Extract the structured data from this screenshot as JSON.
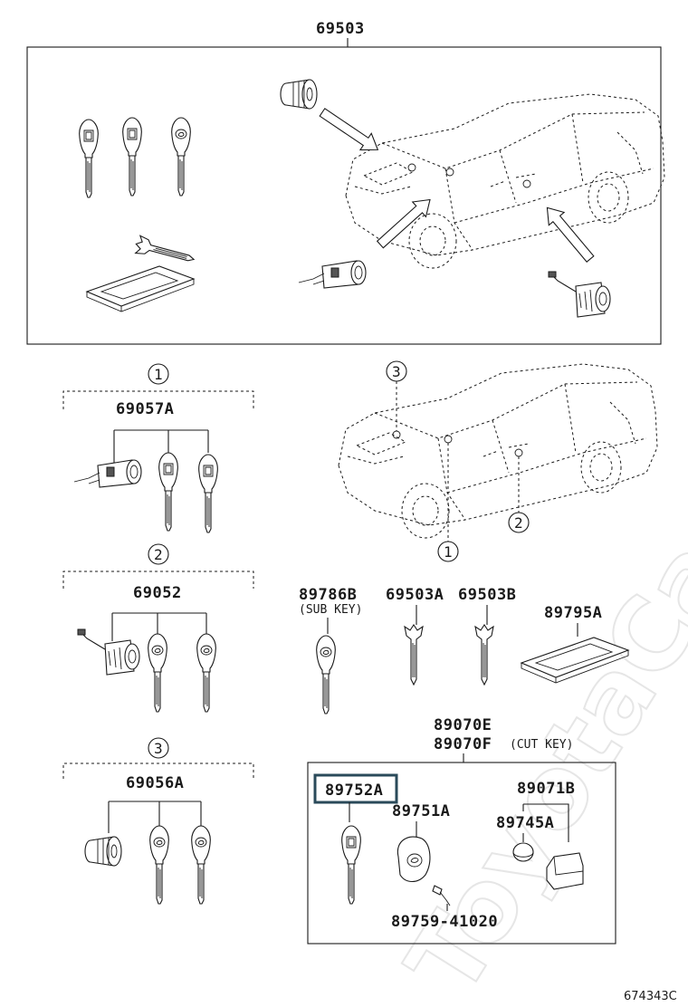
{
  "watermark": "ToyotaCarMine.ru",
  "top_group": {
    "part_number": "69503"
  },
  "group_1": {
    "circle": "1",
    "part_number": "69057A"
  },
  "group_2": {
    "circle": "2",
    "part_number": "69052"
  },
  "group_3": {
    "circle": "3",
    "part_number": "69056A"
  },
  "car_callouts": {
    "c3": "3",
    "c1": "1",
    "c2": "2"
  },
  "loose_parts": {
    "p89786b": "89786B",
    "p89786b_note": "(SUB KEY)",
    "p69503a": "69503A",
    "p69503b": "69503B",
    "p89795a": "89795A"
  },
  "key_set": {
    "p89070e": "89070E",
    "p89070f": "89070F",
    "p89070f_note": "(CUT KEY)",
    "p89752a": "89752A",
    "p89751a": "89751A",
    "p89071b": "89071B",
    "p89745a": "89745A",
    "p89759": "89759-41020"
  },
  "figure_code": "674343C",
  "colors": {
    "ink": "#1a1a1a",
    "highlight_box": "#2a4a5a",
    "watermark": "#e6e6e6"
  }
}
